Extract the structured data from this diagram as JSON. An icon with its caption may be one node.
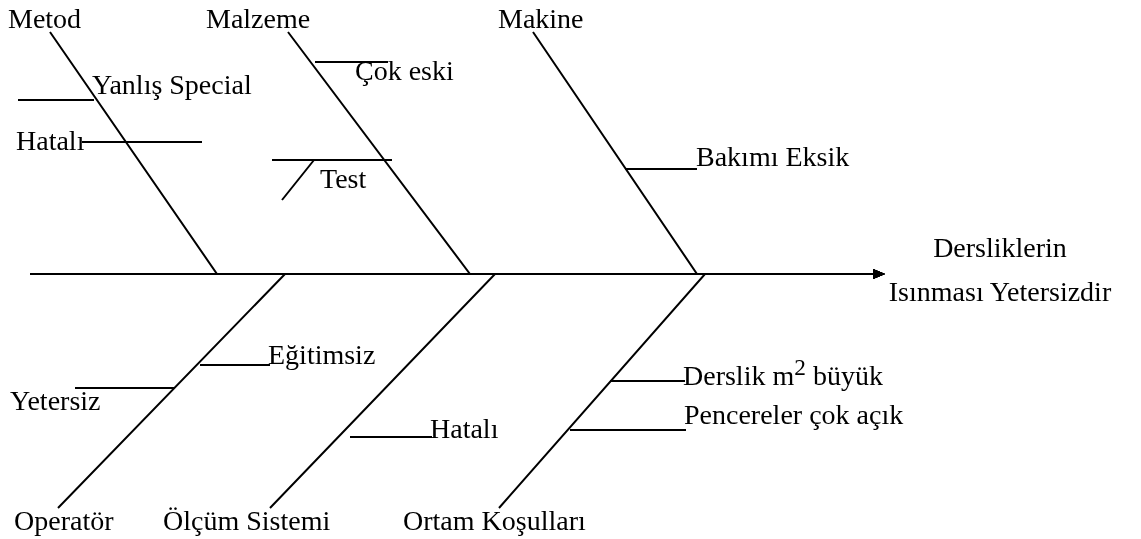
{
  "diagram": {
    "nodes": [
      {
        "text": [
          "Metod"
        ]
      },
      {
        "text": [
          "Malzeme"
        ]
      },
      {
        "text": [
          "Makine"
        ]
      },
      {
        "text": [
          "Operatör"
        ]
      },
      {
        "text": [
          "Ölçüm Sistemi"
        ]
      },
      {
        "text": [
          "Ortam Koşulları"
        ]
      },
      {
        "text": [
          "Dersliklerin Isınması Yetersizdir"
        ]
      },
      {
        "text": [
          "Yanlış Special"
        ]
      },
      {
        "text": [
          "Hatalı"
        ]
      },
      {
        "text": [
          "Çok eski"
        ]
      },
      {
        "text": [
          "Test"
        ]
      },
      {
        "text": [
          "Bakımı Eksik"
        ]
      },
      {
        "text": [
          "Eğitimsiz"
        ]
      },
      {
        "text": [
          "Yetersiz"
        ]
      },
      {
        "text": [
          "Hatalı"
        ]
      },
      {
        "text": [
          "Derslik m$^{2}$ büyük"
        ]
      },
      {
        "text": [
          "Pencereler çok açık"
        ]
      }
    ],
    "edges": [
      {
        "from": 0,
        "to": 6,
        "arrow": "to"
      },
      {
        "from": 1,
        "to": 6,
        "arrow": "to"
      },
      {
        "from": 2,
        "to": 6,
        "arrow": "to"
      },
      {
        "from": 3,
        "to": 6,
        "arrow": "to"
      },
      {
        "from": 4,
        "to": 6,
        "arrow": "to"
      },
      {
        "from": 5,
        "to": 6,
        "arrow": "to"
      },
      {
        "from": null,
        "to": 6,
        "arrow": "to"
      },
      {
        "from": 7,
        "to": null,
        "arrow": "none"
      },
      {
        "from": 8,
        "to": null,
        "arrow": "none"
      },
      {
        "from": 9,
        "to": null,
        "arrow": "none"
      },
      {
        "from": 10,
        "to": null,
        "arrow": "none"
      },
      {
        "from": 11,
        "to": null,
        "arrow": "none"
      },
      {
        "from": 12,
        "to": null,
        "arrow": "none"
      },
      {
        "from": 13,
        "to": null,
        "arrow": "none"
      },
      {
        "from": 14,
        "to": null,
        "arrow": "none"
      },
      {
        "from": 15,
        "to": null,
        "arrow": "none"
      },
      {
        "from": 16,
        "to": null,
        "arrow": "none"
      }
    ]
  }
}
